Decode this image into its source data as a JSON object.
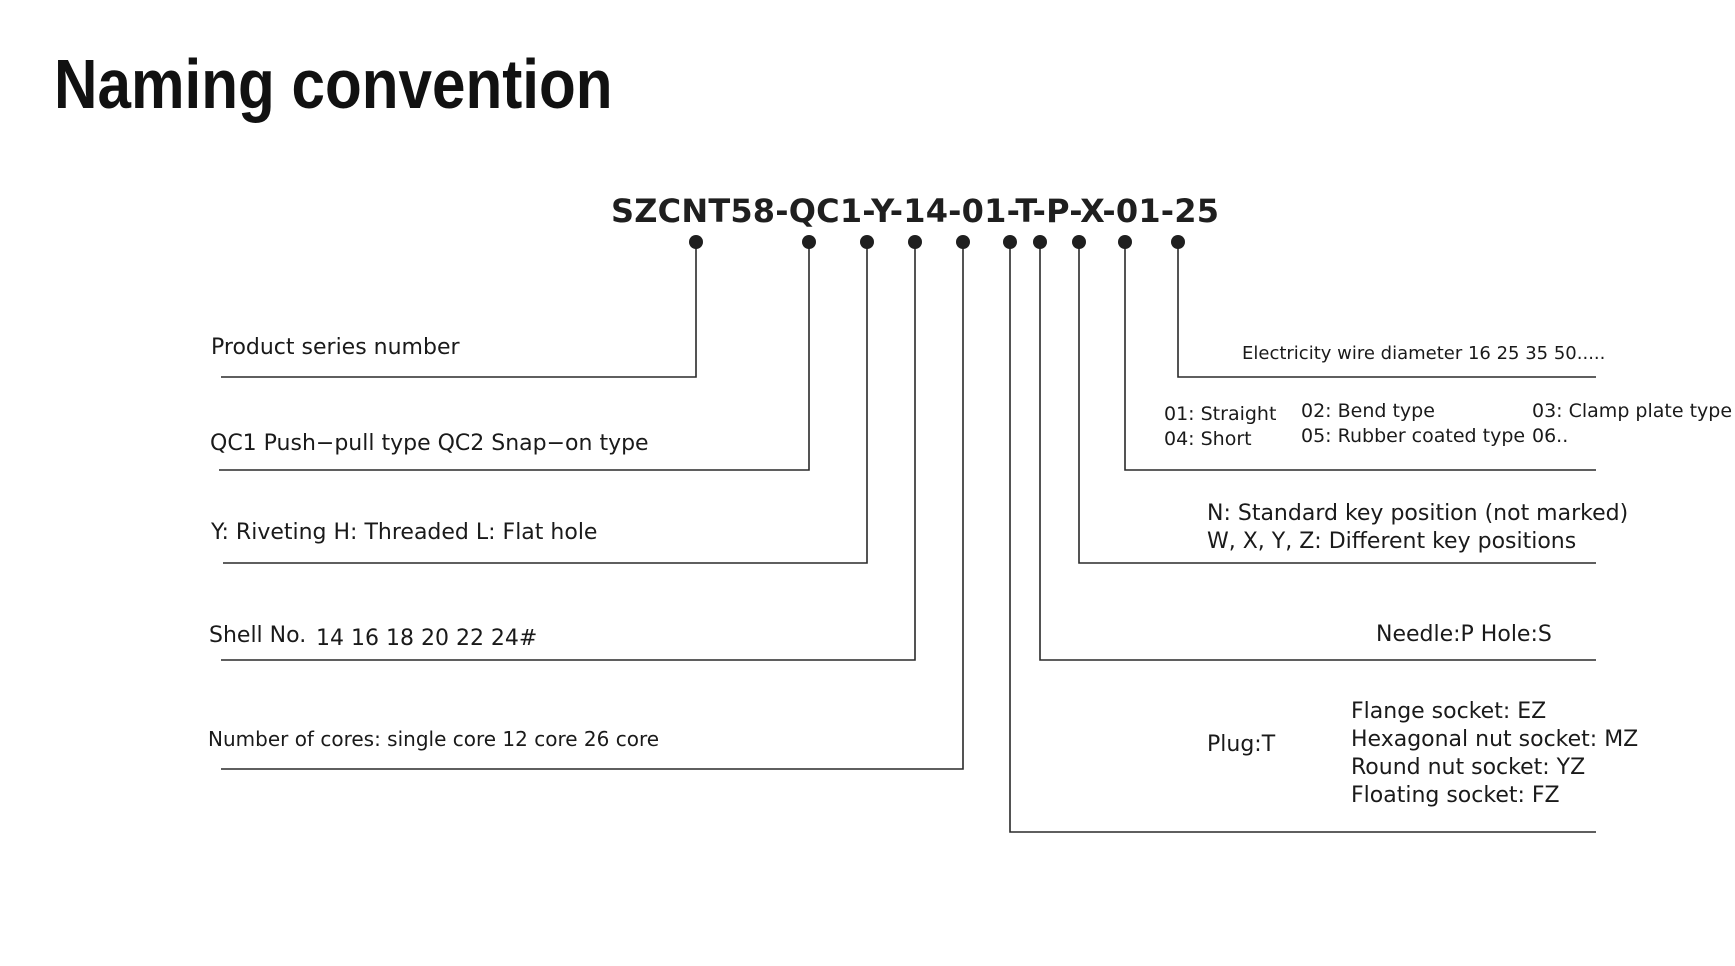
{
  "title": "Naming convention",
  "code": "SZCNT58-QC1-Y-14-01-T-P-X-01-25",
  "left_labels": {
    "series": "Product series number",
    "type": "QC1 Push−pull type  QC2 Snap−on type",
    "install": "Y: Riveting H: Threaded L: Flat hole",
    "shell_prefix": "Shell No.",
    "shell_values": "14 16 18 20 22 24#",
    "cores": "Number of cores: single core 12 core 26 core"
  },
  "right_labels": {
    "wire": "Electricity wire diameter 16 25 35 50.....",
    "tail_01": "01: Straight",
    "tail_04": "04: Short",
    "tail_02": "02: Bend type",
    "tail_05": "05: Rubber coated type",
    "tail_03": "03: Clamp plate type",
    "tail_06": "06..",
    "key_n": "N: Standard key position (not marked)",
    "key_wxyz": "W, X, Y, Z: Different key positions",
    "contact": "Needle:P Hole:S",
    "plug": "Plug:T",
    "socket_flange": "Flange socket: EZ",
    "socket_hex": "Hexagonal nut socket: MZ",
    "socket_round": "Round nut socket: YZ",
    "socket_float": "Floating socket: FZ"
  },
  "colors": {
    "line": "#2a2a2a",
    "text": "#1a1a1a"
  }
}
